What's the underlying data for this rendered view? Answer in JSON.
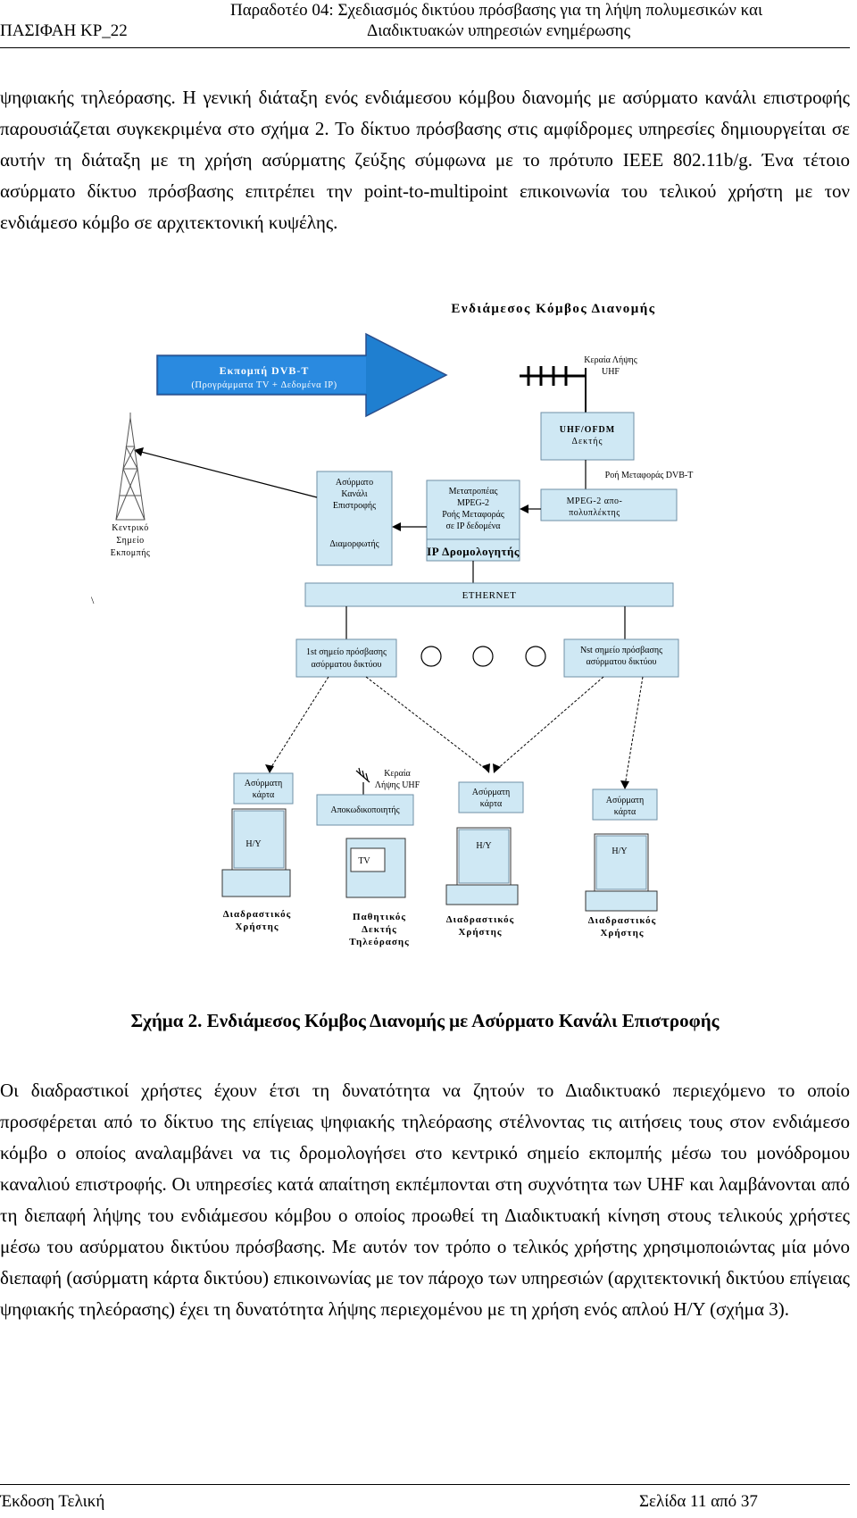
{
  "header": {
    "left": "ΠΑΣΙΦΑΗ ΚΡ_22",
    "right_line1": "Παραδοτέο 04: Σχεδιασμός δικτύου πρόσβασης για τη λήψη πολυμεσικών και",
    "right_line2": "Διαδικτυακών υπηρεσιών ενημέρωσης"
  },
  "paragraph1": "ψηφιακής τηλεόρασης. Η γενική διάταξη ενός ενδιάμεσου κόμβου διανομής με ασύρματο κανάλι επιστροφής παρουσιάζεται συγκεκριμένα στο σχήμα 2. Το δίκτυο πρόσβασης στις αμφίδρομες υπηρεσίες δημιουργείται σε αυτήν τη διάταξη με τη χρήση ασύρματης ζεύξης σύμφωνα με το πρότυπο IEEE 802.11b/g. Ένα τέτοιο ασύρματο δίκτυο πρόσβασης επιτρέπει την point-to-multipoint επικοινωνία του τελικού χρήστη με τον ενδιάμεσο κόμβο σε αρχιτεκτονική κυψέλης.",
  "diagram": {
    "title": "Ενδιάμεσος Κόμβος Διανομής",
    "broadcast_line1": "Εκπομπή DVB-T",
    "broadcast_line2": "(Προγράμματα TV + Δεδομένα IP)",
    "antenna_label_1": "Κεραία Λήψης",
    "antenna_label_2": "UHF",
    "ofdm_1": "UHF/OFDM",
    "ofdm_2": "Δεκτής",
    "dvbt_stream": "Ροή Μεταφοράς DVB-T",
    "demux_1": "MPEG-2 απο-",
    "demux_2": "πολυπλέκτης",
    "converter_1": "Μετατροπέας",
    "converter_2": "MPEG-2",
    "converter_3": "Ροής Μεταφοράς",
    "converter_4": "σε IP δεδομένα",
    "router": "IP Δρομολογητής",
    "wireless_return_1": "Ασύρματο",
    "wireless_return_2": "Κανάλι",
    "wireless_return_3": "Επιστροφής",
    "modulator": "Διαμορφωτής",
    "central_1": "Κεντρικό",
    "central_2": "Σημείο",
    "central_3": "Εκπομπής",
    "backslash": "\\",
    "ethernet": "ETHERNET",
    "ap1_1": "1st σημείο πρόσβασης",
    "ap1_2": "ασύρματου δικτύου",
    "apn_1": "Nst σημείο πρόσβασης",
    "apn_2": "ασύρματου δικτύου",
    "card_1": "Ασύρματη",
    "card_2": "κάρτα",
    "stb_antenna_1": "Κεραία",
    "stb_antenna_2": "Λήψης UHF",
    "decoder": "Αποκωδικοποιητής",
    "pc": "Η/Υ",
    "tv": "TV",
    "interactive_1": "Διαδραστικός",
    "interactive_2": "Χρήστης",
    "passive_1": "Παθητικός",
    "passive_2": "Δεκτής",
    "passive_3": "Τηλεόρασης"
  },
  "caption": "Σχήμα 2. Ενδιάμεσος Κόμβος Διανομής με Ασύρματο Κανάλι Επιστροφής",
  "paragraph2": "Οι διαδραστικοί χρήστες έχουν έτσι τη δυνατότητα να ζητούν το Διαδικτυακό περιεχόμενο το οποίο προσφέρεται από το δίκτυο της επίγειας ψηφιακής τηλεόρασης στέλνοντας τις αιτήσεις τους στον ενδιάμεσο κόμβο ο οποίος αναλαμβάνει να τις δρομολογήσει στο κεντρικό σημείο εκπομπής μέσω του μονόδρομου καναλιού επιστροφής. Οι υπηρεσίες κατά απαίτηση εκπέμπονται στη συχνότητα των UHF και λαμβάνονται από τη διεπαφή λήψης του ενδιάμεσου κόμβου ο οποίος προωθεί τη Διαδικτυακή κίνηση στους τελικούς χρήστες μέσω του ασύρματου δικτύου πρόσβασης. Με αυτόν τον τρόπο ο τελικός χρήστης χρησιμοποιώντας μία μόνο διεπαφή (ασύρματη κάρτα δικτύου) επικοινωνίας με τον πάροχο των υπηρεσιών (αρχιτεκτονική δικτύου επίγειας ψηφιακής τηλεόρασης) έχει τη δυνατότητα λήψης περιεχομένου με τη χρήση ενός απλού Η/Υ (σχήμα 3).",
  "footer": {
    "left": "Έκδοση Τελική",
    "right": "Σελίδα 11 από 37"
  },
  "colors": {
    "box_fill": "#cfe8f4",
    "box_stroke": "#6f8fa6",
    "arrow_fill": "#1f7fd0"
  }
}
